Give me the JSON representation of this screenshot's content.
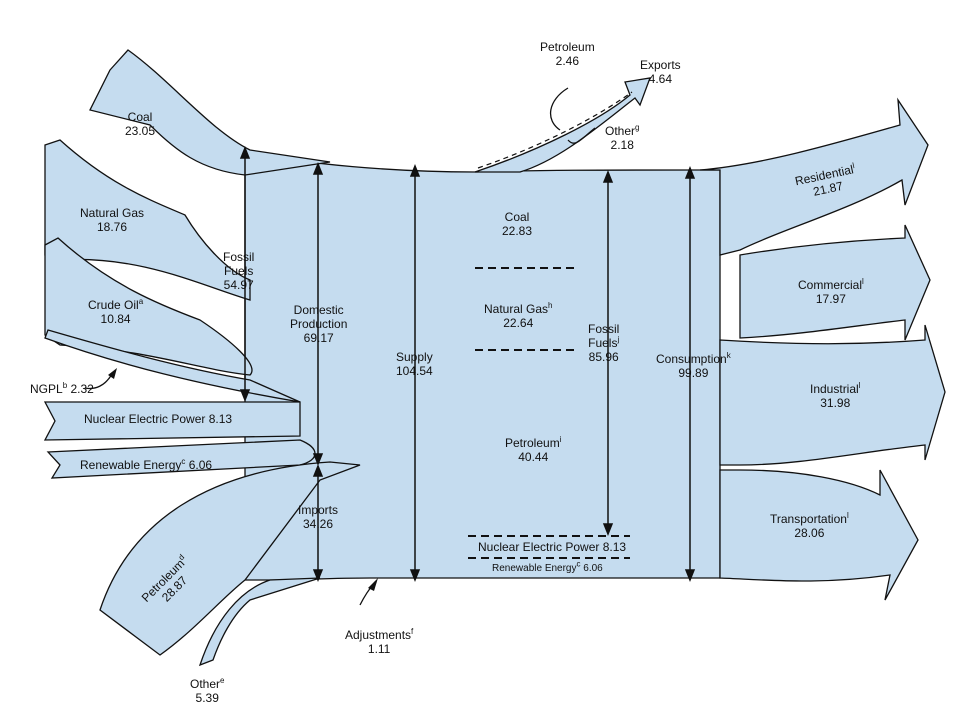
{
  "sources": {
    "coal": {
      "label": "Coal",
      "value": "23.05"
    },
    "natural_gas": {
      "label": "Natural Gas",
      "value": "18.76"
    },
    "crude_oil": {
      "label": "Crude Oil",
      "sup": "a",
      "value": "10.84"
    },
    "ngpl": {
      "label": "NGPL",
      "sup": "b",
      "value": "2.32"
    },
    "nuclear": {
      "label": "Nuclear Electric Power 8.13"
    },
    "renewable": {
      "label": "Renewable Energy",
      "sup": "c",
      "value": "6.06"
    },
    "petroleum_imports": {
      "label": "Petroleum",
      "sup": "d",
      "value": "28.87"
    },
    "other_imports": {
      "label": "Other",
      "sup": "e",
      "value": "5.39"
    }
  },
  "totals": {
    "fossil_fuels_production": {
      "line1": "Fossil",
      "line2": "Fuels",
      "value": "54.97"
    },
    "domestic_production": {
      "line1": "Domestic",
      "line2": "Production",
      "value": "69.17"
    },
    "imports": {
      "label": "Imports",
      "value": "34.26"
    },
    "supply": {
      "label": "Supply",
      "value": "104.54"
    },
    "adjustments": {
      "label": "Adjustments",
      "sup": "f",
      "value": "1.11"
    }
  },
  "exports": {
    "label": "Exports",
    "value": "4.64",
    "petroleum": {
      "label": "Petroleum",
      "value": "2.46"
    },
    "other": {
      "label": "Other",
      "sup": "g",
      "value": "2.18"
    }
  },
  "consumption_breakdown": {
    "coal": {
      "label": "Coal",
      "value": "22.83"
    },
    "natural_gas": {
      "label": "Natural Gas",
      "sup": "h",
      "value": "22.64"
    },
    "petroleum": {
      "label": "Petroleum",
      "sup": "i",
      "value": "40.44"
    },
    "nuclear": {
      "label": "Nuclear Electric Power 8.13"
    },
    "renewable": {
      "label": "Renewable Energy",
      "sup": "c",
      "value": "6.06"
    },
    "fossil_fuels": {
      "line1": "Fossil",
      "line2": "Fuels",
      "sup": "j",
      "value": "85.96"
    },
    "consumption": {
      "label": "Consumption",
      "sup": "k",
      "value": "99.89"
    }
  },
  "sectors": {
    "residential": {
      "label": "Residential",
      "sup": "l",
      "value": "21.87"
    },
    "commercial": {
      "label": "Commercial",
      "sup": "l",
      "value": "17.97"
    },
    "industrial": {
      "label": "Industrial",
      "sup": "l",
      "value": "31.98"
    },
    "transportation": {
      "label": "Transportation",
      "sup": "l",
      "value": "28.06"
    }
  },
  "colors": {
    "flow_fill": "#c5dcef",
    "flow_stroke": "#111111"
  }
}
